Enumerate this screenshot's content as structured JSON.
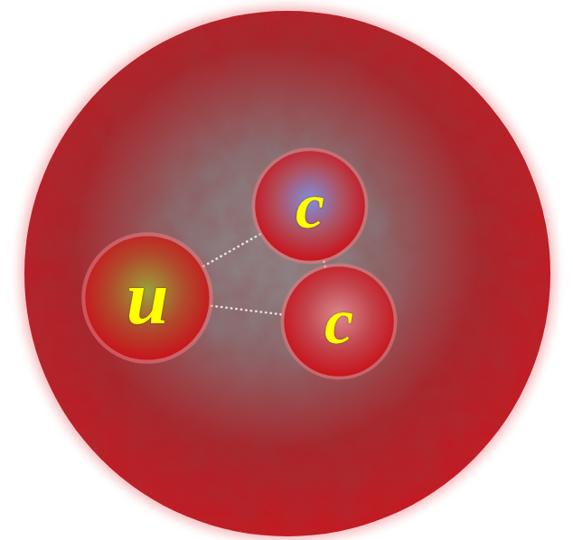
{
  "diagram": {
    "nodes": [
      {
        "text": [
          "c"
        ]
      },
      {
        "text": [
          "u"
        ]
      },
      {
        "text": [
          "c"
        ]
      }
    ],
    "edges": [
      {
        "from": 1,
        "to": 0,
        "arrow": "none"
      },
      {
        "from": 1,
        "to": 2,
        "arrow": "none"
      },
      {
        "from": 0,
        "to": 2,
        "arrow": "none"
      }
    ]
  }
}
